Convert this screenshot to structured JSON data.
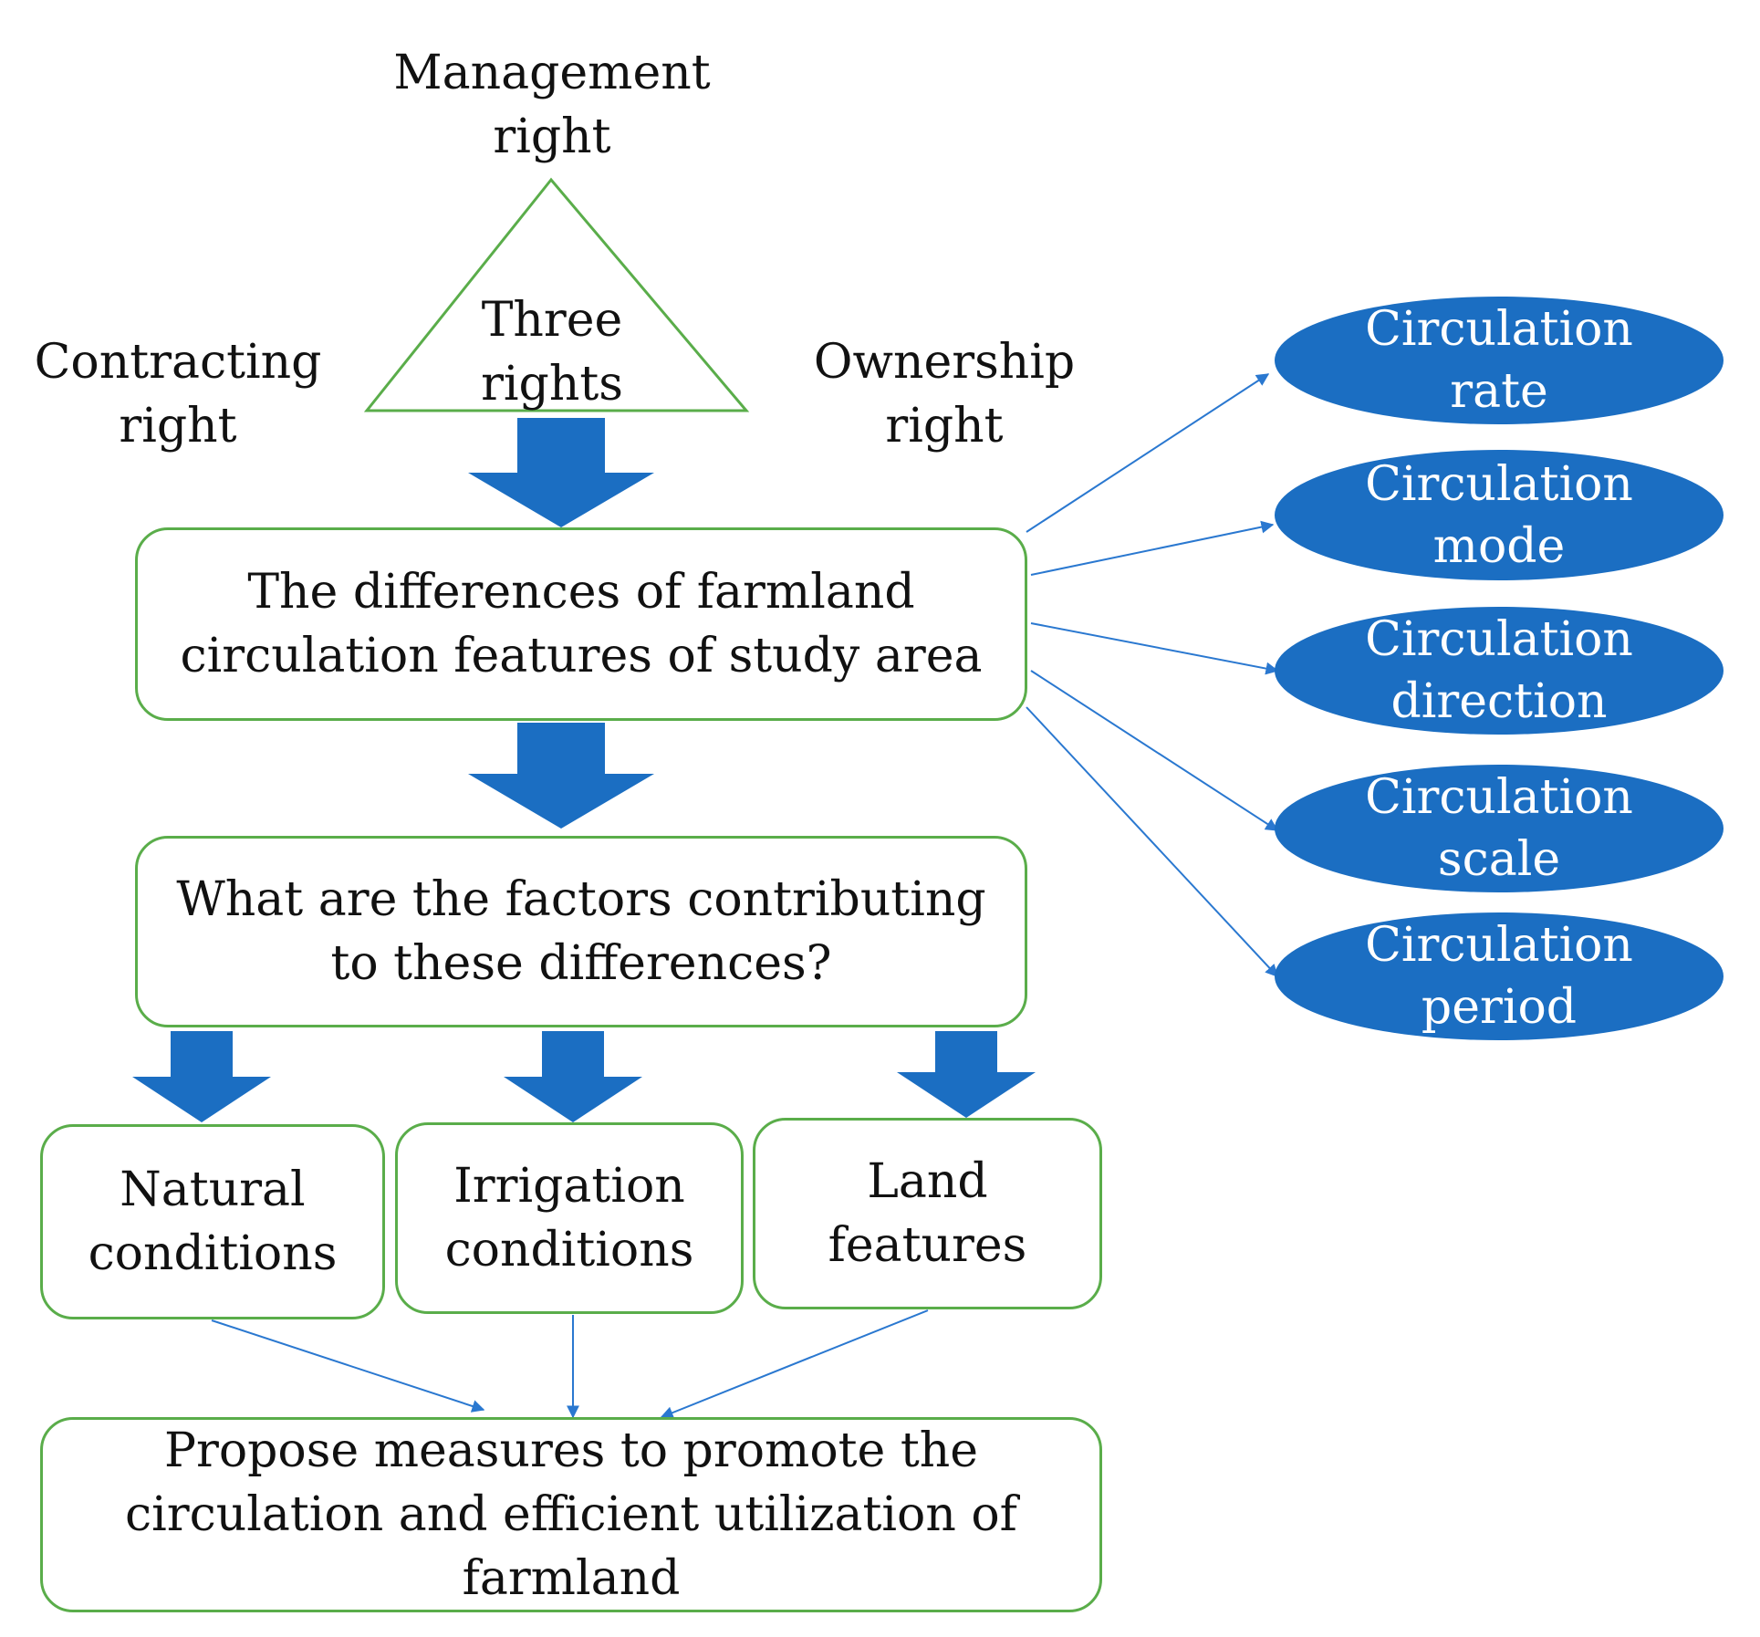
{
  "colors": {
    "box_border": "#5aad4a",
    "arrow_fill": "#1b6ec2",
    "oval_fill": "#1b6ec2",
    "thin_arrow": "#2a78d0"
  },
  "rights": {
    "top": "Management right",
    "left": "Contracting right",
    "right": "Ownership right",
    "center": "Three rights"
  },
  "nodes": {
    "differences": "The differences of farmland circulation features of study area",
    "factors_question": "What are the factors contributing to these differences?",
    "natural": "Natural conditions",
    "irrigation": "Irrigation conditions",
    "land": "Land features",
    "measures": "Propose measures to promote the circulation and efficient utilization of farmland"
  },
  "features": [
    "Circulation rate",
    "Circulation mode",
    "Circulation direction",
    "Circulation scale",
    "Circulation period"
  ]
}
